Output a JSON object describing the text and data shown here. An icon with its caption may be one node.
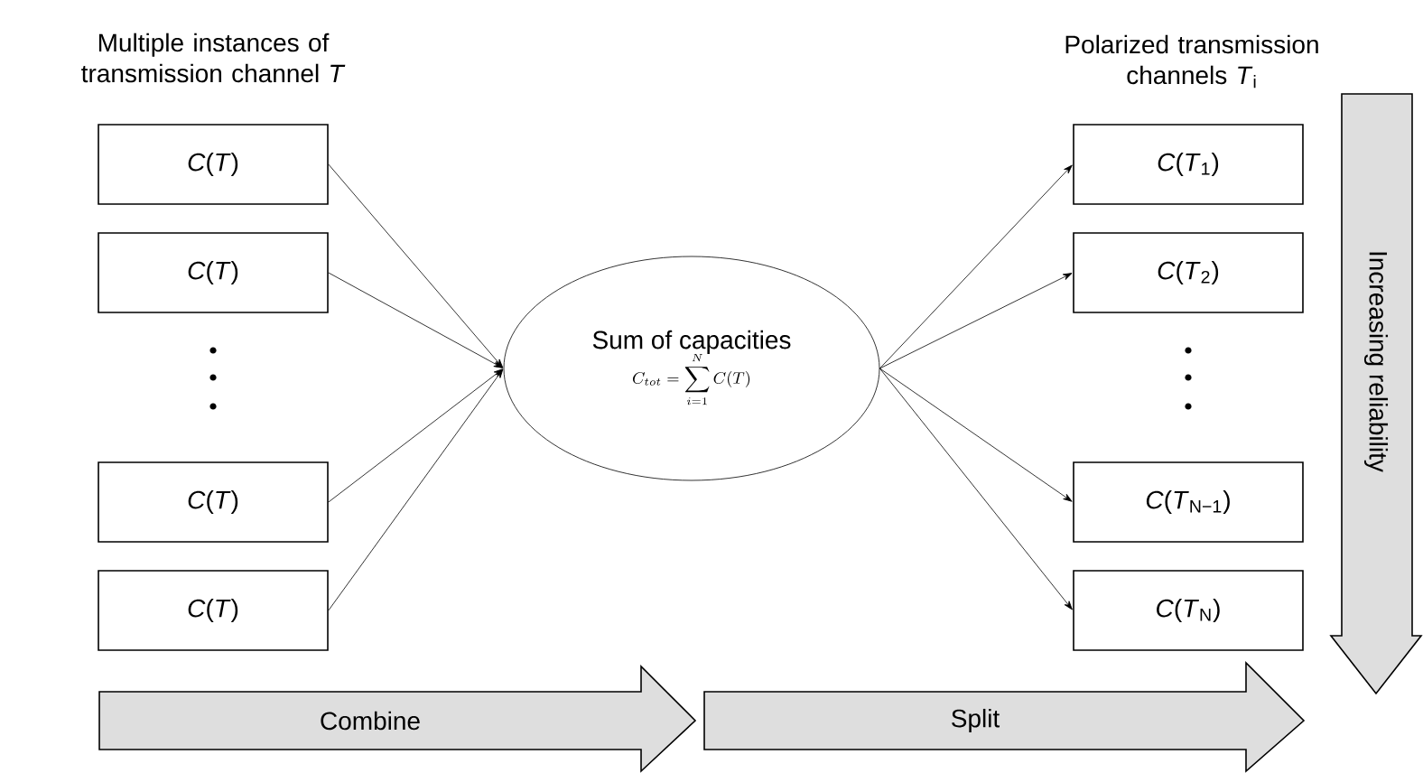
{
  "diagram": {
    "nodes": [
      {
        "text": [
          "*C*(*T*)"
        ]
      },
      {
        "text": [
          "*C*(*T*)"
        ]
      },
      {
        "text": [
          "*C*(*T*)"
        ]
      },
      {
        "text": [
          "*C*(*T*)"
        ]
      },
      {
        "text": [
          "Sum of capacities",
          "C_{tot}=\\sum_{i=1}^{N} C(T)"
        ]
      },
      {
        "text": [
          "*C*(*T*$_{1}$)"
        ]
      },
      {
        "text": [
          "*C*(*T*$_{2}$)"
        ]
      },
      {
        "text": [
          "*C*(*T*$_{N−1}$)"
        ]
      },
      {
        "text": [
          "*C*(*T*$_{N}$)"
        ]
      }
    ],
    "edges": [
      {
        "from": 0,
        "to": 4,
        "arrow": "to"
      },
      {
        "from": 1,
        "to": 4,
        "arrow": "to"
      },
      {
        "from": 2,
        "to": 4,
        "arrow": "to"
      },
      {
        "from": 3,
        "to": 4,
        "arrow": "to"
      },
      {
        "from": 4,
        "to": 5,
        "arrow": "to"
      },
      {
        "from": 4,
        "to": 6,
        "arrow": "to"
      },
      {
        "from": 4,
        "to": 7,
        "arrow": "to"
      },
      {
        "from": 4,
        "to": 8,
        "arrow": "to"
      }
    ],
    "labels": [
      "Multiple instances of transmission channel *T*",
      "Polarized transmission channels *T*$_{i}$",
      "Combine",
      "Split",
      "Increasing reliability"
    ]
  }
}
